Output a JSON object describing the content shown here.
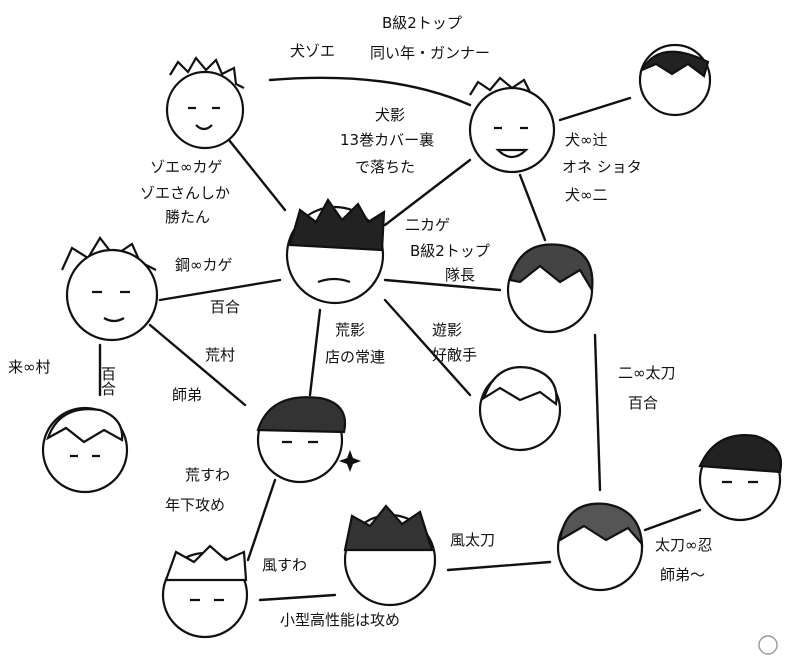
{
  "labels": {
    "zoe_inu": "犬ゾエ",
    "b_top_1": "B級2トップ",
    "b_top_2": "同い年・ガンナー",
    "inu_kage_1": "犬影",
    "inu_kage_2": "13巻カバー裏",
    "inu_kage_3": "で落ちた",
    "inu_tsuji_1": "犬∞辻",
    "inu_tsuji_2": "オネ ショタ",
    "inu_tsuji_3": "犬∞二",
    "zoe_kage_1": "ゾエ∞カゲ",
    "zoe_kage_2": "ゾエさんしか",
    "zoe_kage_3": "勝たん",
    "ni_kage_1": "二カゲ",
    "ni_kage_2": "B級2トップ",
    "ni_kage_3": "隊長",
    "tetsu_kage_1": "鋼∞カゲ",
    "tetsu_kage_2": "百合",
    "ara_kage_1": "荒影",
    "ara_kage_2": "店の常連",
    "yu_kage_1": "遊影",
    "yu_kage_2": "好敵手",
    "ni_kotaro_1": "二∞太刀",
    "ni_kotaro_2": "百合",
    "rai_mura": "来∞村",
    "yuri_vertical": "百合",
    "ara_mura_1": "荒村",
    "ara_mura_2": "師弟",
    "ara_suwa_1": "荒すわ",
    "ara_suwa_2": "年下攻め",
    "kaze_suwa": "風すわ",
    "small_perf": "小型高性能は攻め",
    "kaze_tachi": "風太刀",
    "tachi_shinobu_1": "太刀∞忍",
    "tachi_shinobu_2": "師弟〜"
  }
}
